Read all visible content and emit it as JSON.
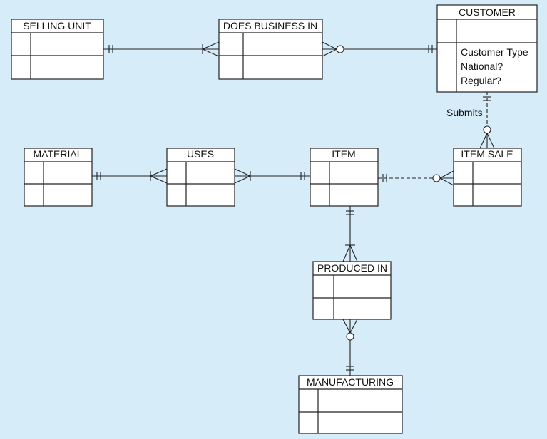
{
  "entities": {
    "selling_unit": {
      "title": "SELLING UNIT"
    },
    "does_business_in": {
      "title": "DOES BUSINESS IN"
    },
    "customer": {
      "title": "CUSTOMER",
      "attributes": [
        "Customer Type",
        "National?",
        "Regular?"
      ]
    },
    "material": {
      "title": "MATERIAL"
    },
    "uses": {
      "title": "USES"
    },
    "item": {
      "title": "ITEM"
    },
    "item_sale": {
      "title": "ITEM SALE"
    },
    "produced_in": {
      "title": "PRODUCED IN"
    },
    "manufacturing": {
      "title": "MANUFACTURING"
    }
  },
  "relationships": {
    "submits": {
      "label": "Submits"
    }
  }
}
